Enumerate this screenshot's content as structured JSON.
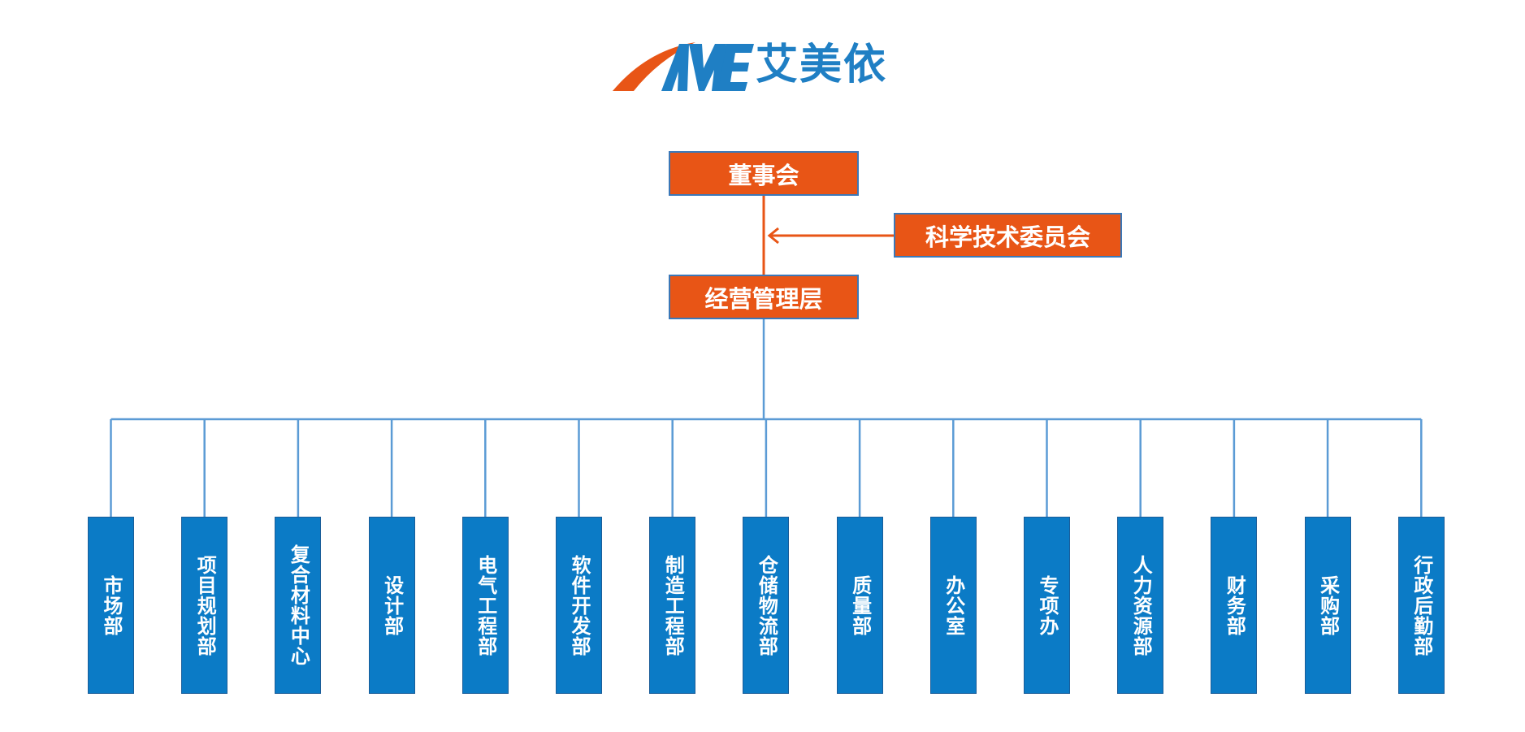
{
  "logo": {
    "text": "艾美依",
    "icon": "ame-logo-mark",
    "brand_blue": "#1f7fc4",
    "brand_orange": "#e85516"
  },
  "org": {
    "board": "董事会",
    "committee": "科学技术委员会",
    "management": "经营管理层",
    "departments": [
      "市场部",
      "项目规划部",
      "复合材料中心",
      "设计部",
      "电气工程部",
      "软件开发部",
      "制造工程部",
      "仓储物流部",
      "质量部",
      "办公室",
      "专项办",
      "人力资源部",
      "财务部",
      "采购部",
      "行政后勤部"
    ]
  },
  "colors": {
    "top_box_fill": "#e85516",
    "top_box_border": "#3b78b8",
    "dept_fill": "#0b7bc6",
    "upper_connector": "#e85516",
    "lower_connector": "#5b9bd5"
  }
}
